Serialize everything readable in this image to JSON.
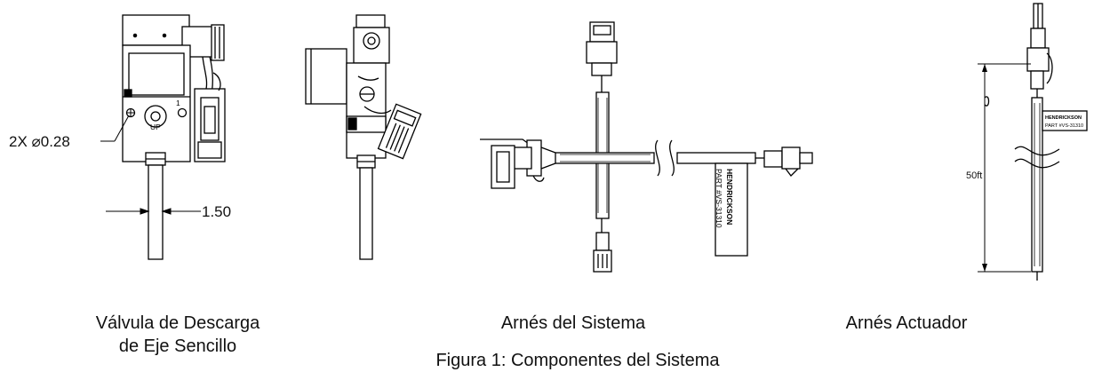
{
  "components": [
    {
      "caption_line1": "Válvula de Descarga",
      "caption_line2": "de Eje Sencillo"
    },
    {
      "caption_line1": "Arnés del Sistema"
    },
    {
      "caption_line1": "Arnés Actuador"
    }
  ],
  "dimensions": {
    "hole_callout": "2X ⌀0.28",
    "width_value": "1.50",
    "length_value": "50ft"
  },
  "valve_labels": {
    "up": "UP",
    "one": "1"
  },
  "harness_tag": {
    "line1": "HENDRICKSON",
    "line2": "PART #VS-31310"
  },
  "actuator_tag": {
    "line1": "HENDRICKSON",
    "line2": "PART #VS-31310"
  },
  "figure_caption": "Figura 1: Componentes del Sistema"
}
